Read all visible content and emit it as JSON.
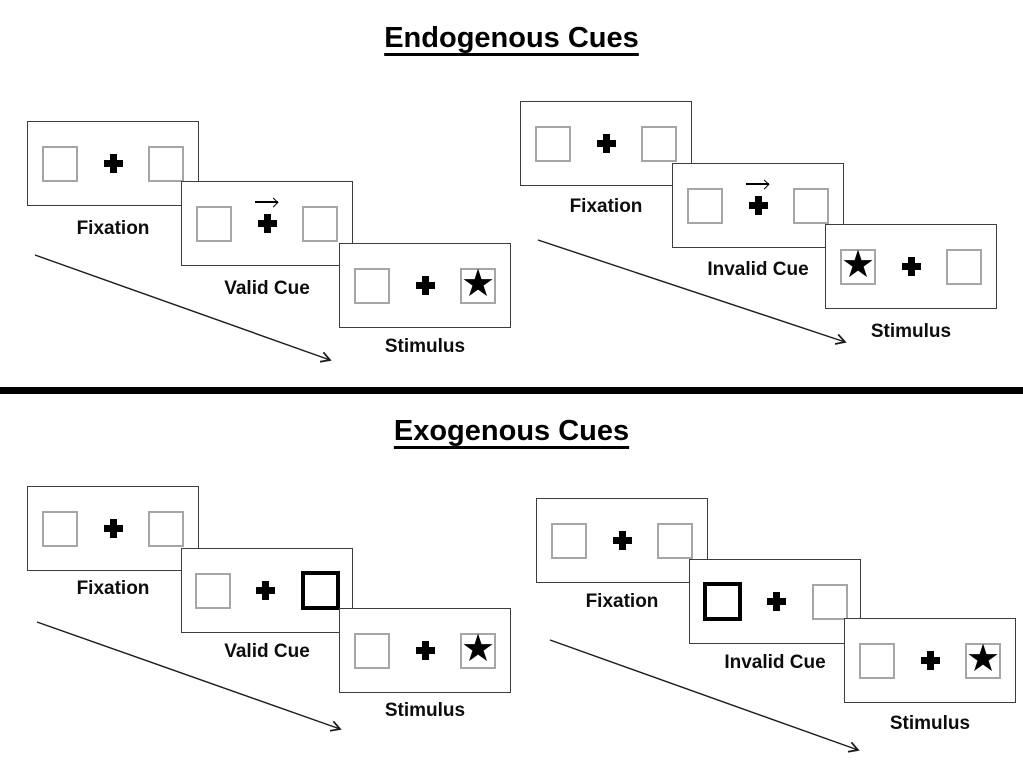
{
  "figure_type": "diagram",
  "glyphs": {
    "star": "★"
  },
  "icons": {
    "fixation_cross": "heavy-plus-css-cross",
    "endogenous_cue": "thin-right-arrow",
    "exogenous_cue": "thick-black-outline-box",
    "stimulus_target": "black-star",
    "timeline": "diagonal-down-right-arrow"
  },
  "colors": {
    "background": "#ffffff",
    "ink": "#000000",
    "panel_border": "#3d3d3d",
    "box_border": "#a6a6a6",
    "divider": "#000000"
  },
  "sections": [
    {
      "title": "Endogenous Cues",
      "sequences": [
        {
          "condition": "valid",
          "panels": [
            {
              "label": "Fixation",
              "cue": "none",
              "left": "plain",
              "right": "plain"
            },
            {
              "label": "Valid Cue",
              "cue": "arrow-right",
              "left": "plain",
              "right": "plain"
            },
            {
              "label": "Stimulus",
              "cue": "none",
              "left": "plain",
              "right": "star"
            }
          ]
        },
        {
          "condition": "invalid",
          "panels": [
            {
              "label": "Fixation",
              "cue": "none",
              "left": "plain",
              "right": "plain"
            },
            {
              "label": "Invalid Cue",
              "cue": "arrow-right",
              "left": "plain",
              "right": "plain"
            },
            {
              "label": "Stimulus",
              "cue": "none",
              "left": "star",
              "right": "plain"
            }
          ]
        }
      ]
    },
    {
      "title": "Exogenous Cues",
      "sequences": [
        {
          "condition": "valid",
          "panels": [
            {
              "label": "Fixation",
              "cue": "none",
              "left": "plain",
              "right": "plain"
            },
            {
              "label": "Valid Cue",
              "cue": "none",
              "left": "plain",
              "right": "cue-box"
            },
            {
              "label": "Stimulus",
              "cue": "none",
              "left": "plain",
              "right": "star"
            }
          ]
        },
        {
          "condition": "invalid",
          "panels": [
            {
              "label": "Fixation",
              "cue": "none",
              "left": "plain",
              "right": "plain"
            },
            {
              "label": "Invalid Cue",
              "cue": "none",
              "left": "cue-box",
              "right": "plain"
            },
            {
              "label": "Stimulus",
              "cue": "none",
              "left": "plain",
              "right": "star"
            }
          ]
        }
      ]
    }
  ]
}
